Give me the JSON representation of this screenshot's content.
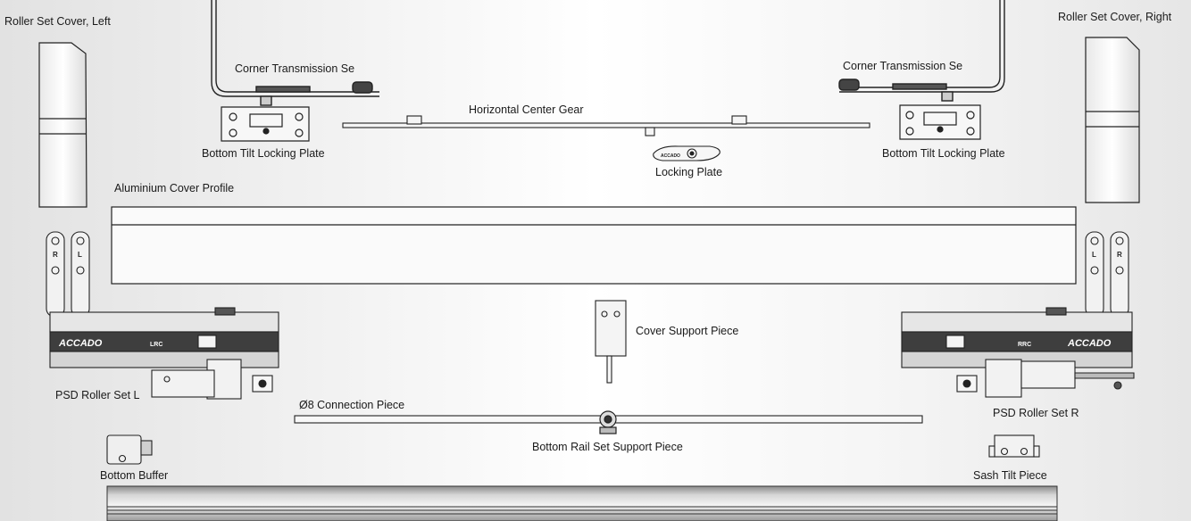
{
  "labels": {
    "roller_cover_left": "Roller Set Cover, Left",
    "roller_cover_right": "Roller Set Cover, Right",
    "corner_left": "Corner Transmission Se",
    "corner_right": "Corner Transmission Se",
    "center_gear": "Horizontal Center Gear",
    "tilt_plate_left": "Bottom Tilt Locking Plate",
    "tilt_plate_right": "Bottom Tilt Locking Plate",
    "locking_plate": "Locking Plate",
    "cover_profile": "Aluminium Cover Profile",
    "cover_support": "Cover Support Piece",
    "roller_set_l": "PSD Roller Set L",
    "roller_set_r": "PSD Roller Set R",
    "connection_piece": "Ø8 Connection Piece",
    "rail_support": "Bottom Rail Set Support Piece",
    "bottom_buffer": "Bottom Buffer",
    "sash_tilt": "Sash Tilt Piece"
  },
  "part_marks": {
    "brand": "ACCADO",
    "roller_left_code": "LRC",
    "roller_right_code": "RRC",
    "hinge_left_letters": [
      "R",
      "L"
    ],
    "hinge_right_letters": [
      "L",
      "R"
    ],
    "locking_plate_mark": "ACCADO"
  },
  "colors": {
    "line": "#2a2a2a",
    "part_fill": "#f4f4f4",
    "dark_part": "#3a3a3a"
  }
}
